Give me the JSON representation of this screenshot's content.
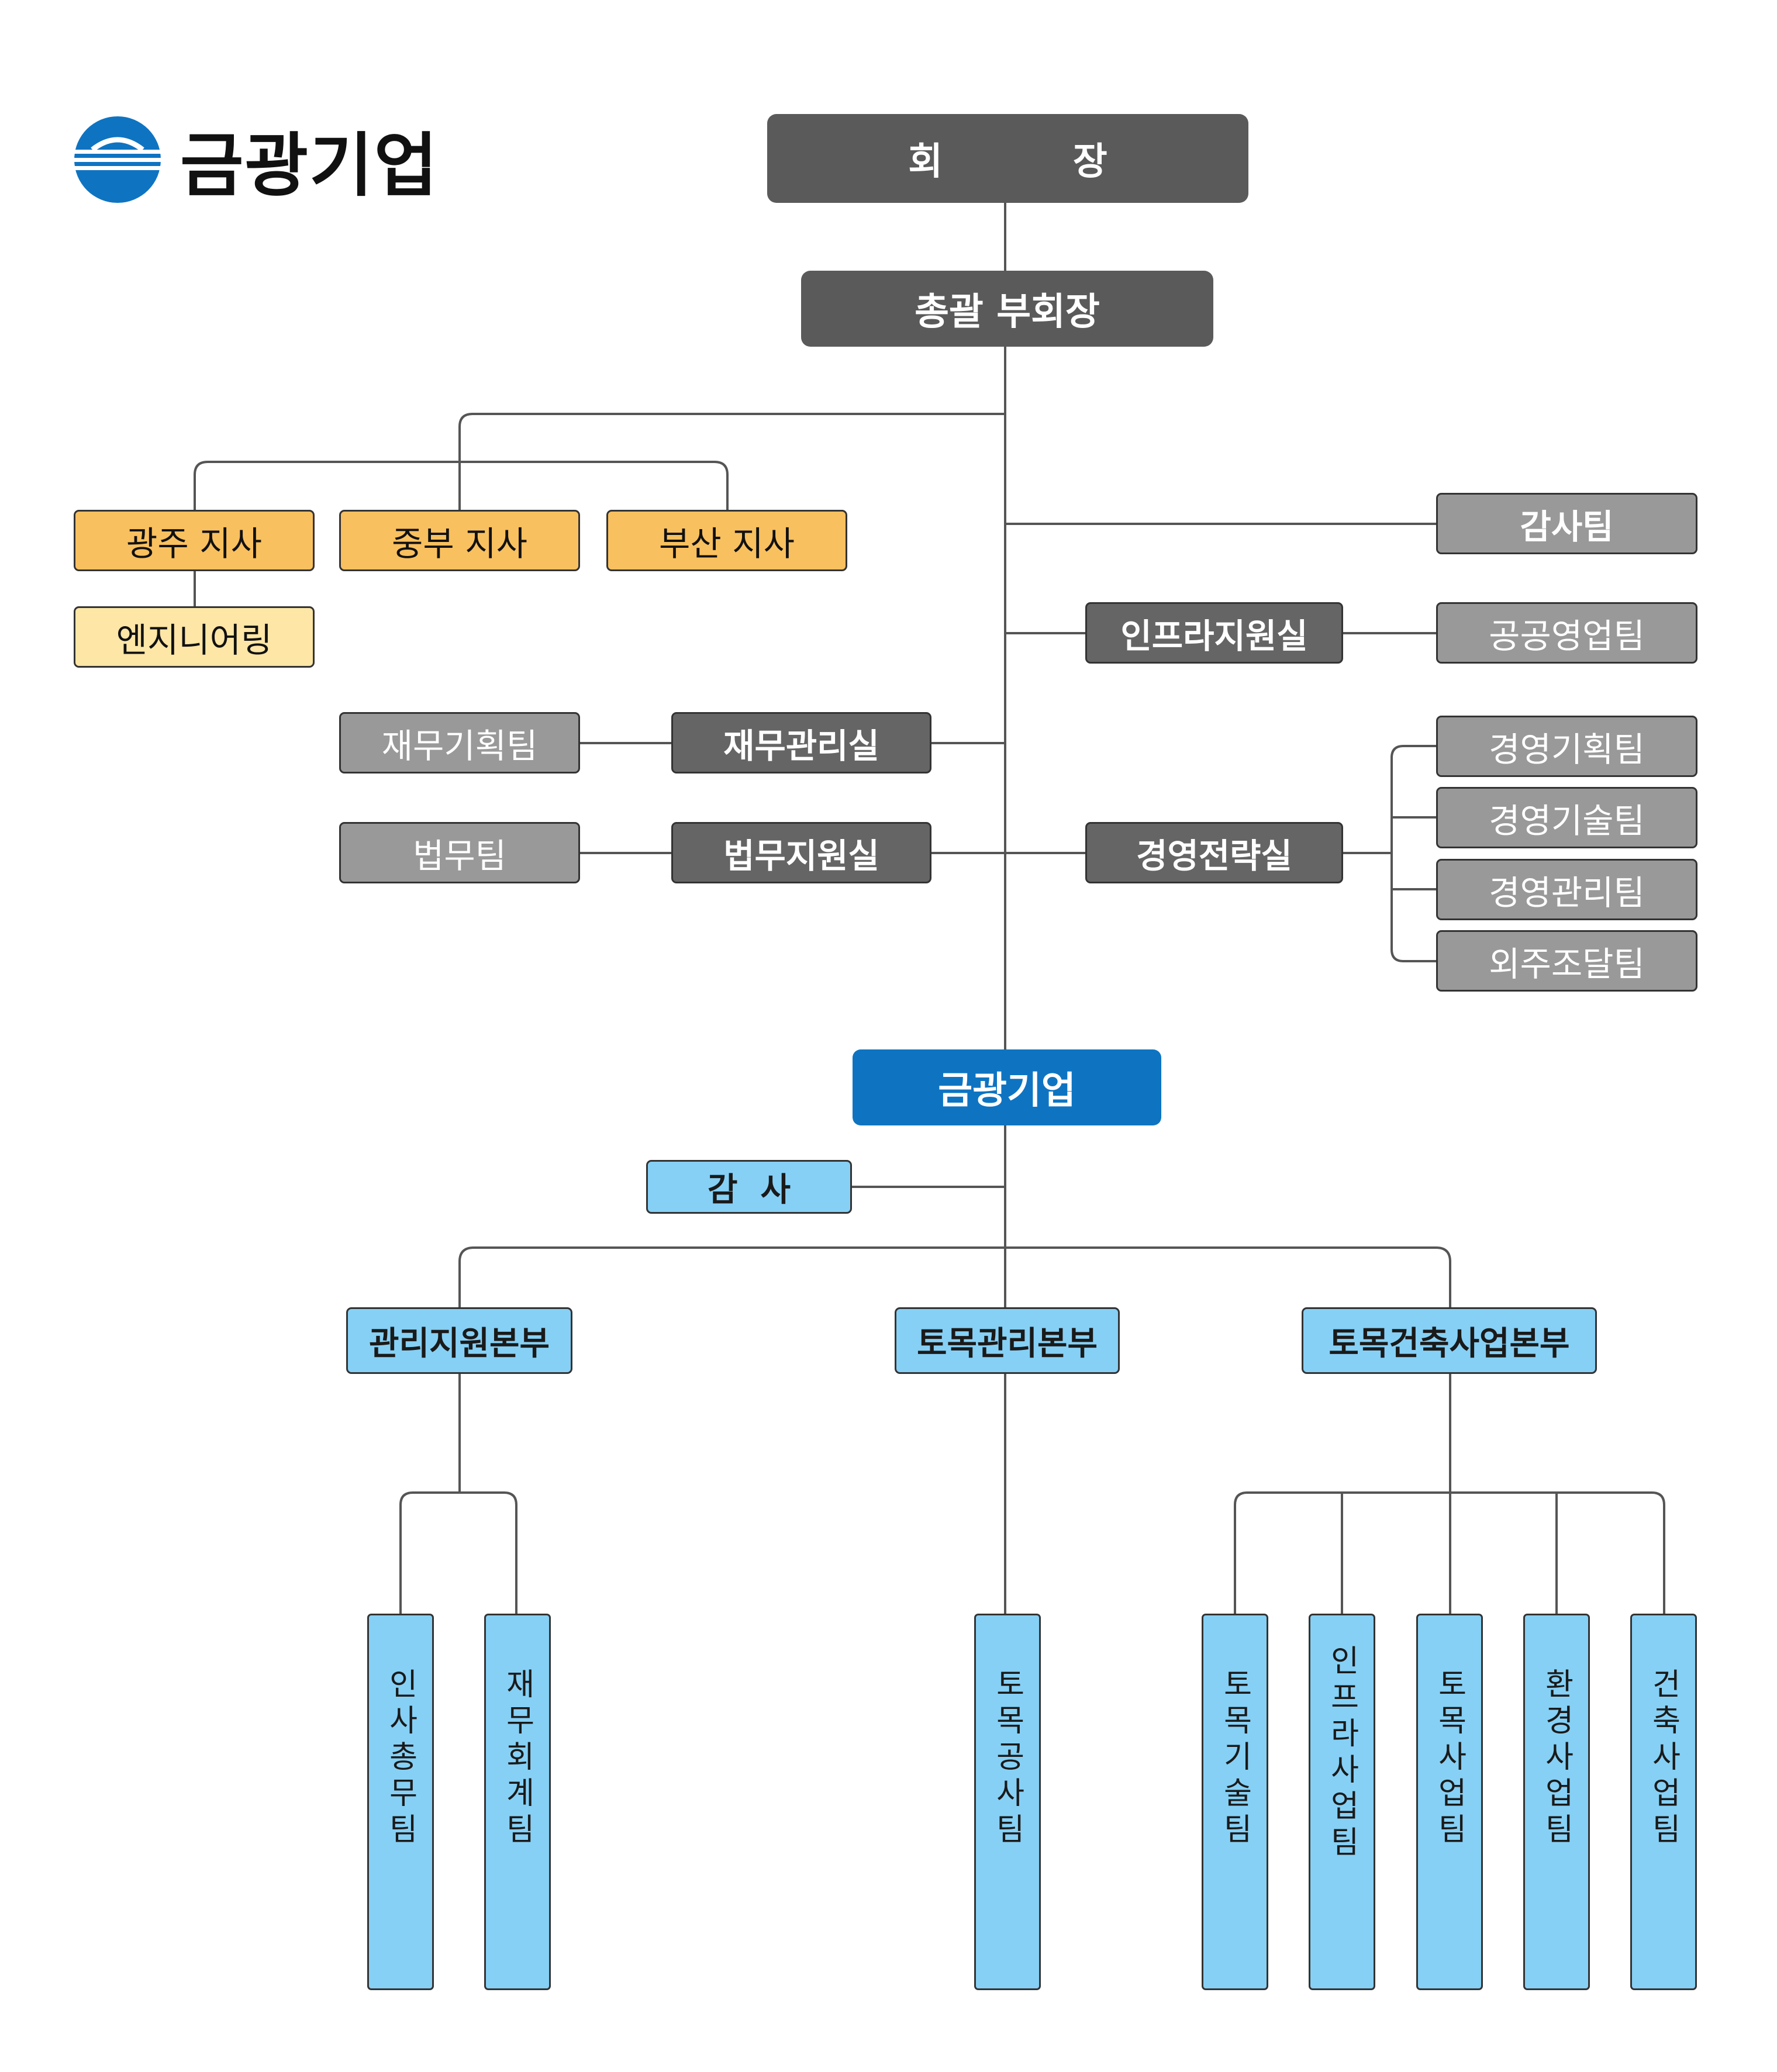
{
  "logo": {
    "name": "금광기업",
    "icon": "company-emblem-icon",
    "color": "#0e74c2"
  },
  "top": {
    "chairman": "회          장",
    "vice_chairman": "총괄 부회장"
  },
  "branches": {
    "gwangju": "광주 지사",
    "jungbu": "중부 지사",
    "busan": "부산 지사",
    "engineering": "엔지니어링"
  },
  "right_units": {
    "audit_team": "감사팀",
    "infra_office": "인프라지원실",
    "public_sales_team": "공공영업팀",
    "strategy_office": "경영전략실",
    "strategy_teams": [
      "경영기획팀",
      "경영기술팀",
      "경영관리팀",
      "외주조달팀"
    ]
  },
  "left_units": {
    "finance_office": "재무관리실",
    "finance_team": "재무기획팀",
    "legal_office": "법무지원실",
    "legal_team": "법무팀"
  },
  "company": {
    "name": "금광기업",
    "auditor": "감  사",
    "divisions": [
      "관리지원본부",
      "토목관리본부",
      "토목건축사업본부"
    ],
    "admin_teams": [
      "인사총무팀",
      "재무회계팀"
    ],
    "civil_mgmt_teams": [
      "토목공사팀"
    ],
    "business_teams": [
      "토목기술팀",
      "인프라사업팀",
      "토목사업팀",
      "환경사업팀",
      "건축사업팀"
    ]
  },
  "colors": {
    "dark": "#5b5a5a",
    "grey": "#999999",
    "orange": "#f9c05f",
    "cream": "#fde6a6",
    "blue": "#0e74c2",
    "light_blue": "#86d0f5"
  }
}
